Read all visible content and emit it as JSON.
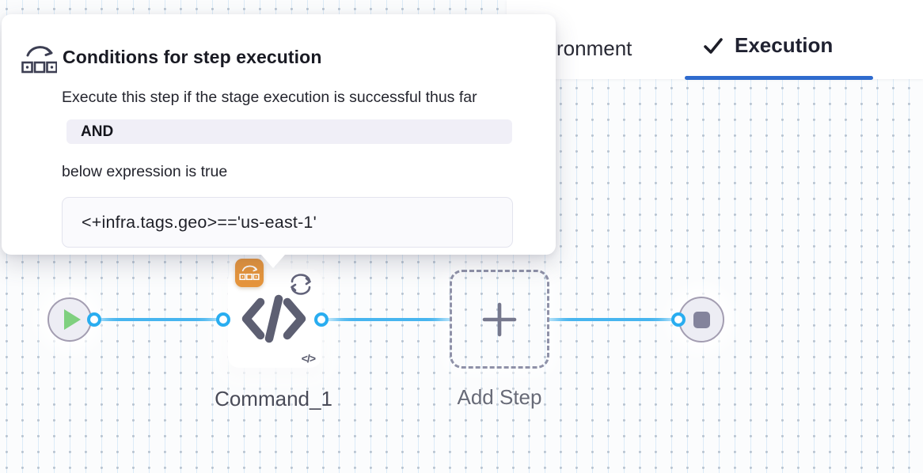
{
  "tabs": {
    "environment_partial_label": "ronment",
    "execution_label": "Execution",
    "active_tab": "Execution"
  },
  "tooltip": {
    "title": "Conditions for step execution",
    "description": "Execute this step if the stage execution is successful thus far",
    "operator": "AND",
    "expression_label": "below expression is true",
    "expression": "<+infra.tags.geo>=='us-east-1'"
  },
  "pipeline": {
    "step_label": "Command_1",
    "add_step_label": "Add Step",
    "mini_icon": "</>",
    "nodes": [
      "start",
      "Command_1",
      "Add Step",
      "stop"
    ]
  },
  "icons": {
    "tab_active": "checkmark-icon",
    "tooltip_header": "conditional-execution-icon",
    "step_badge": "conditional-execution-icon",
    "step_corner": "loop-icon",
    "step_type": "code-icon",
    "start": "play-icon",
    "end": "stop-icon",
    "add": "plus-icon"
  },
  "colors": {
    "connector_blue": "#47b5ef",
    "port_blue": "#29adf0",
    "tab_underline_blue": "#2f6bce",
    "badge_orange": "#e6953c",
    "node_fill": "#ededf4",
    "node_border": "#a39db1",
    "icon_slate": "#5d5f72",
    "play_green": "#7fd07f",
    "operator_bg": "#f0eff7",
    "expression_bg": "#fafafd"
  }
}
